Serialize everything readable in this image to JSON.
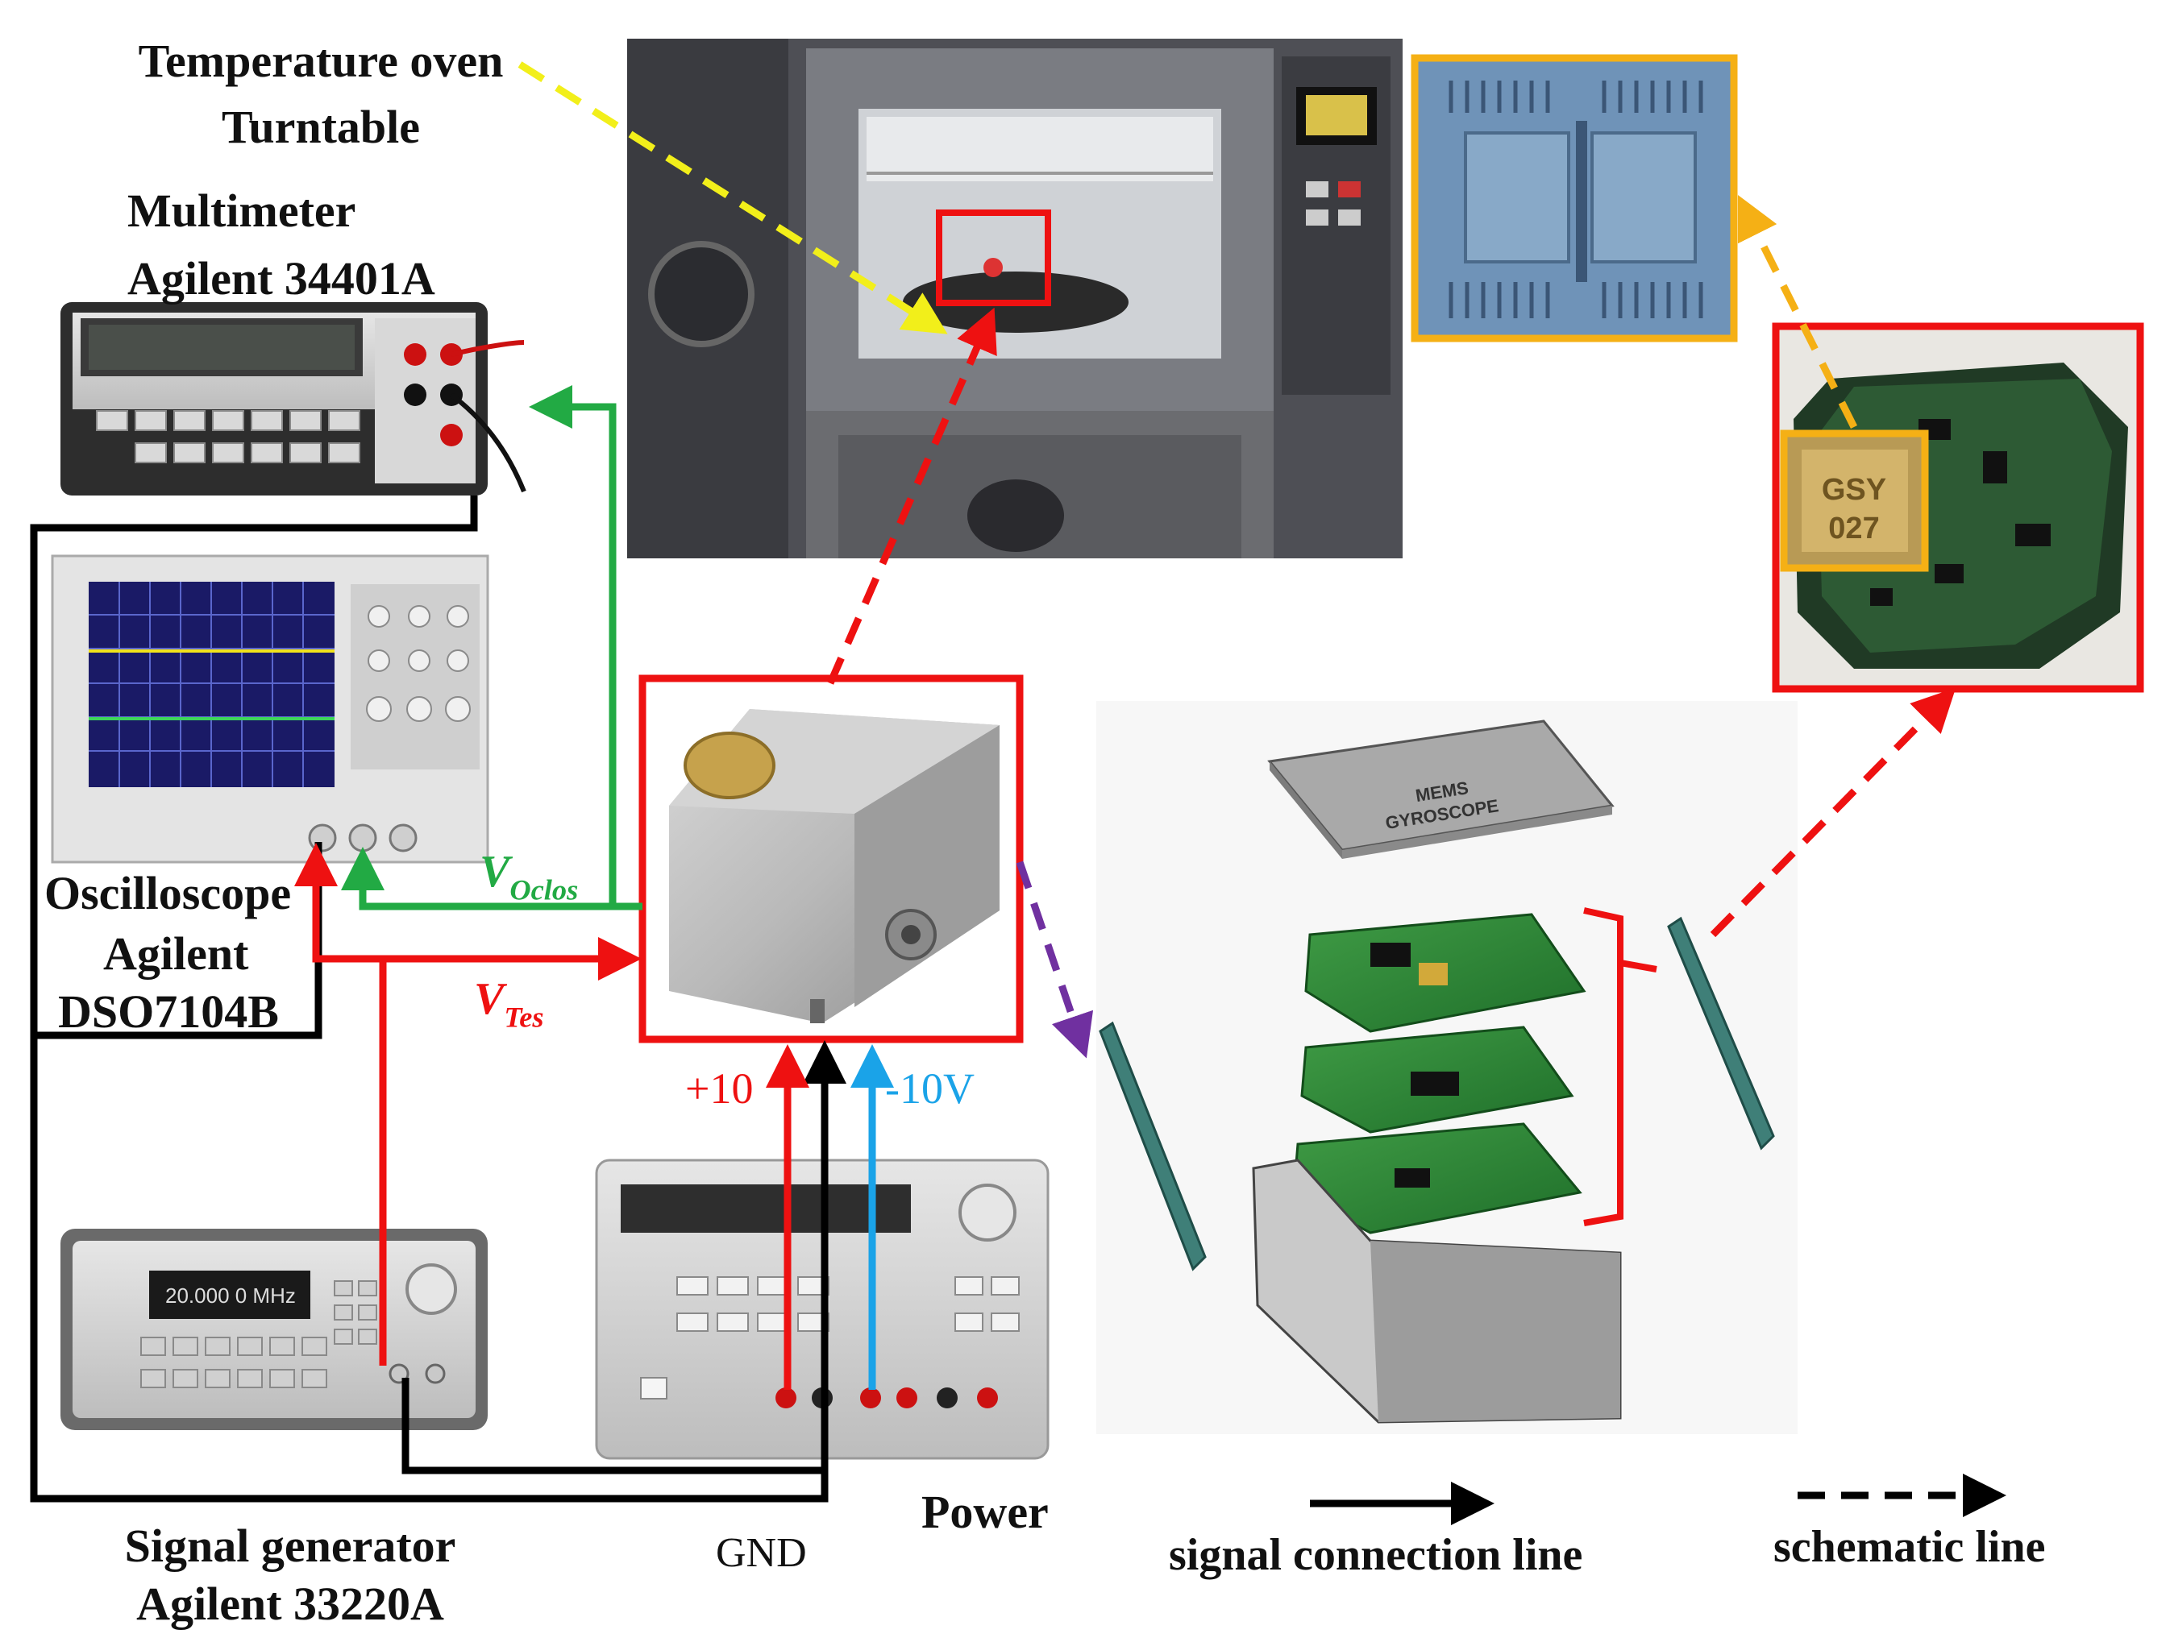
{
  "labels": {
    "oven_line1": "Temperature oven",
    "oven_line2": "Turntable",
    "multimeter_line1": "Multimeter",
    "multimeter_line2": "Agilent 34401A",
    "osc_line1": "Oscilloscope",
    "osc_line2": "Agilent",
    "osc_line3": "DSO7104B",
    "siggen_line1": "Signal generator",
    "siggen_line2": "Agilent 33220A",
    "power": "Power",
    "gnd": "GND",
    "plus10": "+10",
    "minus10": "-10V",
    "v_oclos_main": "V",
    "v_oclos_sub": "Oclos",
    "v_tes_main": "V",
    "v_tes_sub": "Tes",
    "gyro_lid_line1": "MEMS",
    "gyro_lid_line2": "GYROSCOPE",
    "siggen_display": "20.000 0 MHz",
    "chip_marking_line1": "GSY",
    "chip_marking_line2": "027"
  },
  "legend": {
    "signal": "signal connection line",
    "schematic": "schematic line"
  },
  "colors": {
    "red": "#ee1111",
    "green": "#22aa44",
    "black": "#000000",
    "cyan": "#1aa3e8",
    "yellow": "#f2ef1a",
    "orange": "#f5b015",
    "purple": "#7030a0"
  }
}
